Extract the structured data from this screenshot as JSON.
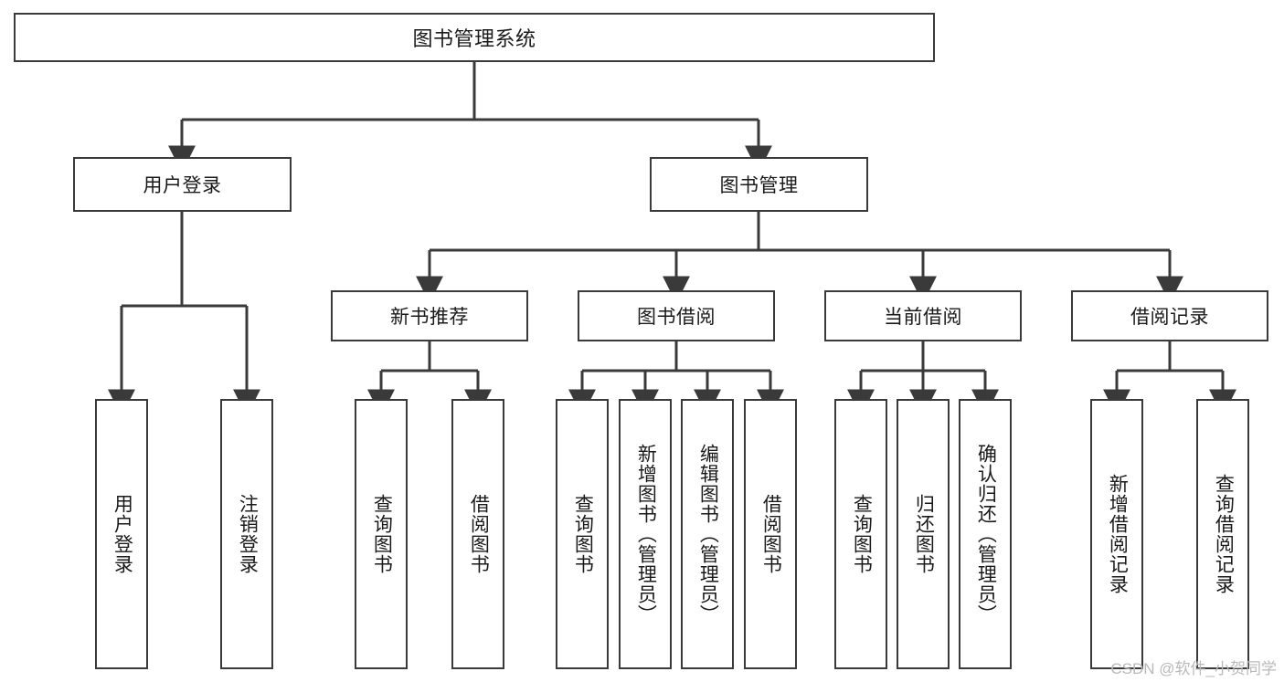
{
  "diagram": {
    "title": "图书管理系统",
    "type": "tree-hierarchy-chart",
    "root": {
      "label": "图书管理系统"
    },
    "level1": [
      {
        "label": "用户登录"
      },
      {
        "label": "图书管理"
      }
    ],
    "level2": [
      {
        "label": "新书推荐"
      },
      {
        "label": "图书借阅"
      },
      {
        "label": "当前借阅"
      },
      {
        "label": "借阅记录"
      }
    ],
    "leaves": [
      {
        "label": "用户登录"
      },
      {
        "label": "注销登录"
      },
      {
        "label": "查询图书"
      },
      {
        "label": "借阅图书"
      },
      {
        "label": "查询图书"
      },
      {
        "label": "新增图书（管理员）"
      },
      {
        "label": "编辑图书（管理员）"
      },
      {
        "label": "借阅图书"
      },
      {
        "label": "查询图书"
      },
      {
        "label": "归还图书"
      },
      {
        "label": "确认归还（管理员）"
      },
      {
        "label": "新增借阅记录"
      },
      {
        "label": "查询借阅记录"
      }
    ]
  },
  "watermark": {
    "text": "CSDN @软件_小贺同学"
  },
  "colors": {
    "stroke": "#3a3a3a",
    "background": "#ffffff",
    "text": "#1a1a1a",
    "watermark": "#b9b9b9"
  }
}
